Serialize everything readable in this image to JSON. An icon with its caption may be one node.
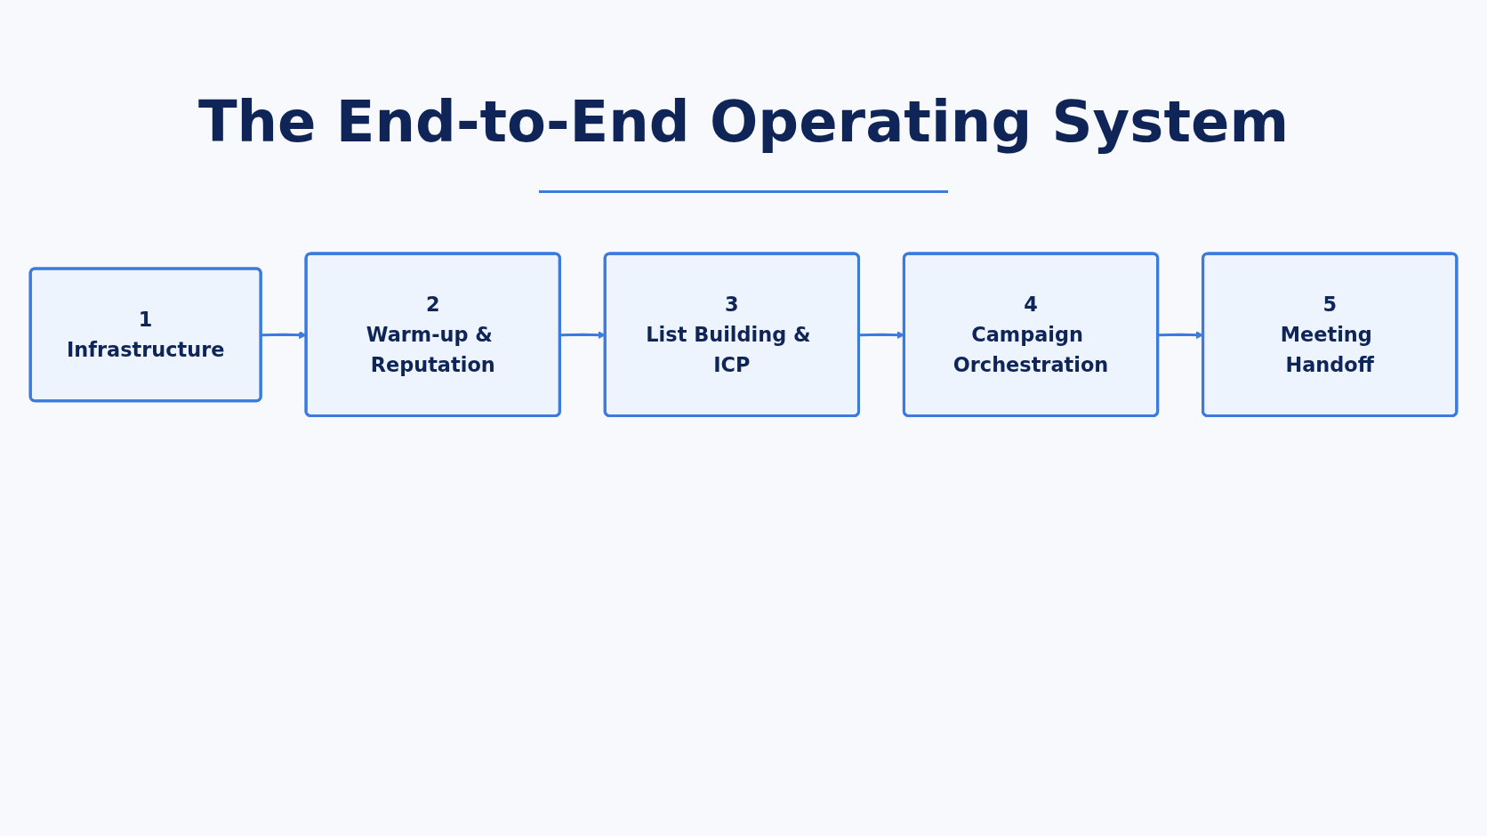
{
  "diagram": {
    "title": "The End-to-End Operating System",
    "nodes": [
      {
        "text": [
          "1",
          "Infrastructure"
        ]
      },
      {
        "text": [
          "2",
          "Warm-up & Reputation"
        ]
      },
      {
        "text": [
          "3",
          "List Building & ICP"
        ]
      },
      {
        "text": [
          "4",
          "Campaign Orchestration"
        ]
      },
      {
        "text": [
          "5",
          "Meeting Handoff"
        ]
      }
    ],
    "edges": [
      {
        "from": 0,
        "to": 1,
        "arrow": "to"
      },
      {
        "from": 1,
        "to": 2,
        "arrow": "to"
      },
      {
        "from": 2,
        "to": 3,
        "arrow": "to"
      },
      {
        "from": 3,
        "to": 4,
        "arrow": "to"
      }
    ]
  }
}
